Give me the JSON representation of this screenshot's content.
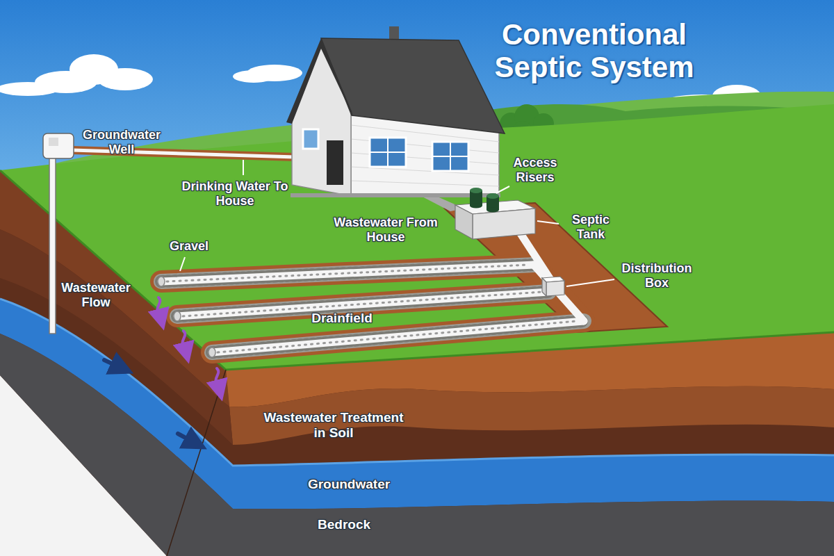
{
  "diagram": {
    "title": "Conventional Septic System",
    "labels": [
      "Groundwater Well",
      "Drinking Water To House",
      "Access Risers",
      "Septic Tank",
      "Wastewater From House",
      "Distribution Box",
      "Gravel",
      "Wastewater Flow",
      "Drainfield",
      "Wastewater Treatment in Soil",
      "Groundwater",
      "Bedrock"
    ]
  }
}
